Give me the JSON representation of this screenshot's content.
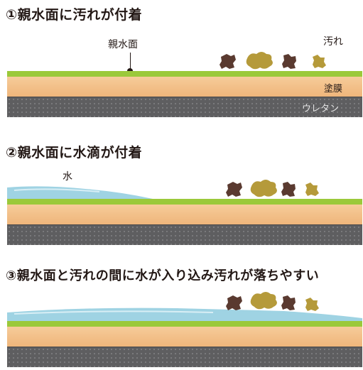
{
  "panels": [
    {
      "title": "①親水面に汚れが付着",
      "labels": {
        "hydrophilic": "親水面",
        "dirt": "汚れ",
        "paint": "塗膜",
        "urethane": "ウレタン"
      }
    },
    {
      "title": "②親水面に水滴が付着",
      "labels": {
        "water": "水"
      }
    },
    {
      "title": "③親水面と汚れの間に水が入り込み汚れが落ちやすい"
    }
  ],
  "colors": {
    "hydrophilic_layer": "#9bc93a",
    "paint_layer": "#f2bf88",
    "urethane_layer": "#5e5e60",
    "water": "#9fd3e3",
    "dirt_dark": "#5a3a30",
    "dirt_olive": "#b59a3a"
  }
}
